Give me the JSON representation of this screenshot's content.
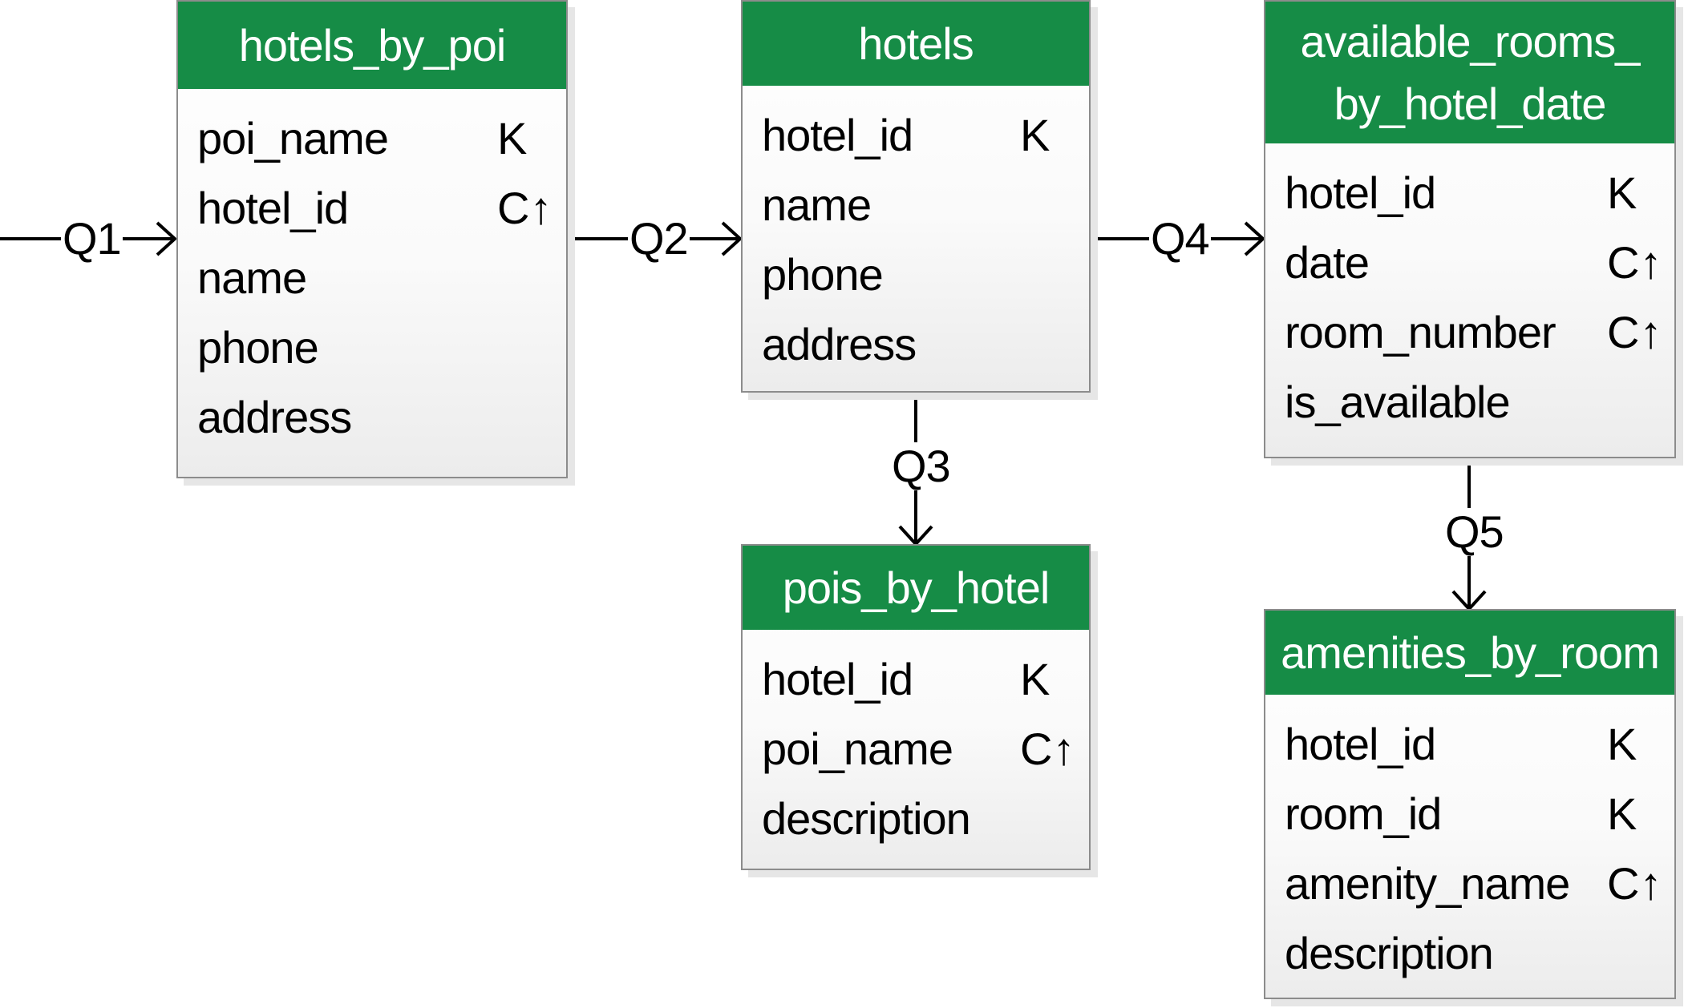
{
  "tables": {
    "hotels_by_poi": {
      "title": "hotels_by_poi",
      "columns": [
        {
          "name": "poi_name",
          "kind": "K"
        },
        {
          "name": "hotel_id",
          "kind": "C↑"
        },
        {
          "name": "name",
          "kind": ""
        },
        {
          "name": "phone",
          "kind": ""
        },
        {
          "name": "address",
          "kind": ""
        }
      ]
    },
    "hotels": {
      "title": "hotels",
      "columns": [
        {
          "name": "hotel_id",
          "kind": "K"
        },
        {
          "name": "name",
          "kind": ""
        },
        {
          "name": "phone",
          "kind": ""
        },
        {
          "name": "address",
          "kind": ""
        }
      ]
    },
    "available_rooms_by_hotel_date": {
      "title": "available_rooms_\nby_hotel_date",
      "columns": [
        {
          "name": "hotel_id",
          "kind": "K"
        },
        {
          "name": "date",
          "kind": "C↑"
        },
        {
          "name": "room_number",
          "kind": "C↑"
        },
        {
          "name": "is_available",
          "kind": ""
        }
      ]
    },
    "pois_by_hotel": {
      "title": "pois_by_hotel",
      "columns": [
        {
          "name": "hotel_id",
          "kind": "K"
        },
        {
          "name": "poi_name",
          "kind": "C↑"
        },
        {
          "name": "description",
          "kind": ""
        }
      ]
    },
    "amenities_by_room": {
      "title": "amenities_by_room",
      "columns": [
        {
          "name": "hotel_id",
          "kind": "K"
        },
        {
          "name": "room_id",
          "kind": "K"
        },
        {
          "name": "amenity_name",
          "kind": "C↑"
        },
        {
          "name": "description",
          "kind": ""
        }
      ]
    }
  },
  "queries": {
    "q1": "Q1",
    "q2": "Q2",
    "q3": "Q3",
    "q4": "Q4",
    "q5": "Q5"
  },
  "colors": {
    "header_green": "#168c46",
    "border_gray": "#8c8c8c"
  }
}
